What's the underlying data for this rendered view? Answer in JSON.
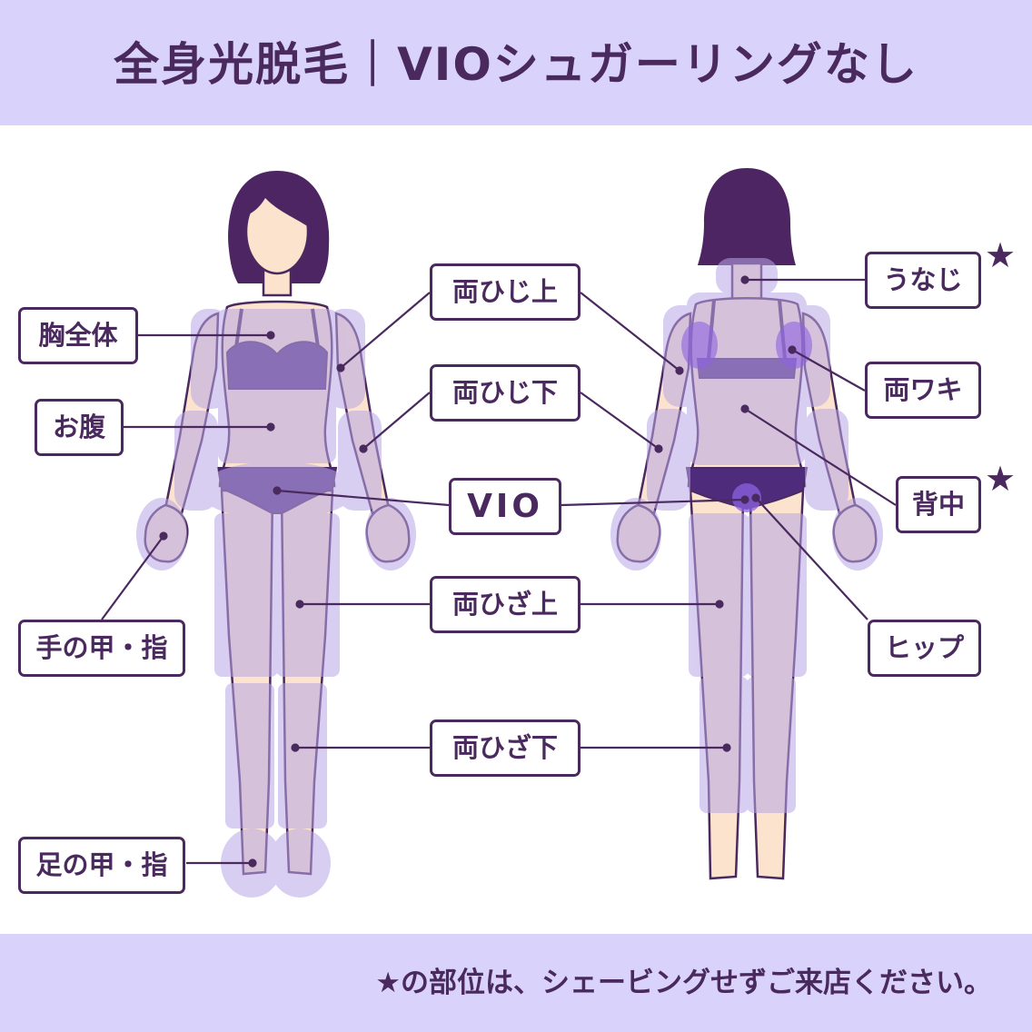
{
  "title": "全身光脱毛｜VIOシュガーリングなし",
  "footnote": "★の部位は、シェービングせずご来店ください。",
  "star_symbol": "★",
  "colors": {
    "ink": "#4a2a5e",
    "band": "#d9d3fb",
    "skin": "#fbe3ce",
    "area": "#b9a7e6",
    "hair": "#4e2563",
    "underwear": "#4f2b7c"
  },
  "labels": {
    "chest_full": "胸全体",
    "belly": "お腹",
    "back_of_hand_fingers": "手の甲・指",
    "top_of_foot_toes": "足の甲・指",
    "upper_arms": "両ひじ上",
    "lower_arms": "両ひじ下",
    "vio": "VIO",
    "upper_knees": "両ひざ上",
    "lower_knees": "両ひざ下",
    "nape": "うなじ",
    "underarms": "両ワキ",
    "back": "背中",
    "hip": "ヒップ"
  }
}
